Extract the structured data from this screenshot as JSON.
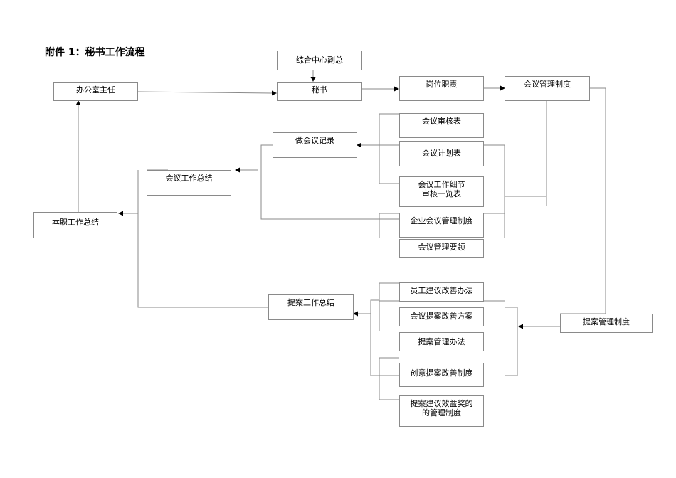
{
  "title": "附件 1：秘书工作流程",
  "nodes": {
    "zonghe_fuzong": "综合中心副总",
    "mishu": "秘书",
    "bangongshi_zhuren": "办公室主任",
    "gangwei_zhize": "岗位职责",
    "huiyi_guanli_zhidu": "会议管理制度",
    "huiyi_shenhebiao": "会议审核表",
    "zuo_huiyi_jilu": "做会议记录",
    "huiyi_jihuabiao": "会议计划表",
    "huiyi_gongzuo_zongjie": "会议工作总结",
    "huiyi_xijie_shenhe": "会议工作细节\n审核一览表",
    "benzhi_gongzuo_zongjie": "本职工作总结",
    "qiye_huiyi_guanli_zhidu": "企业会议管理制度",
    "huiyi_guanli_yaoling": "会议管理要领",
    "yuangong_jianyi": "员工建议改善办法",
    "tian_gongzuo_zongjie": "提案工作总结",
    "huiyi_tian_fangan": "会议提案改善方案",
    "tian_guanli_zhidu": "提案管理制度",
    "tian_guanli_banfa": "提案管理办法",
    "chuangyi_tian_zhidu": "创意提案改善制度",
    "tian_xiaoyi_jiang": "提案建议效益奖的\n的管理制度"
  },
  "colors": {
    "line": "#8a8a8a",
    "arrow": "#000000",
    "border": "#8a8a8a"
  }
}
